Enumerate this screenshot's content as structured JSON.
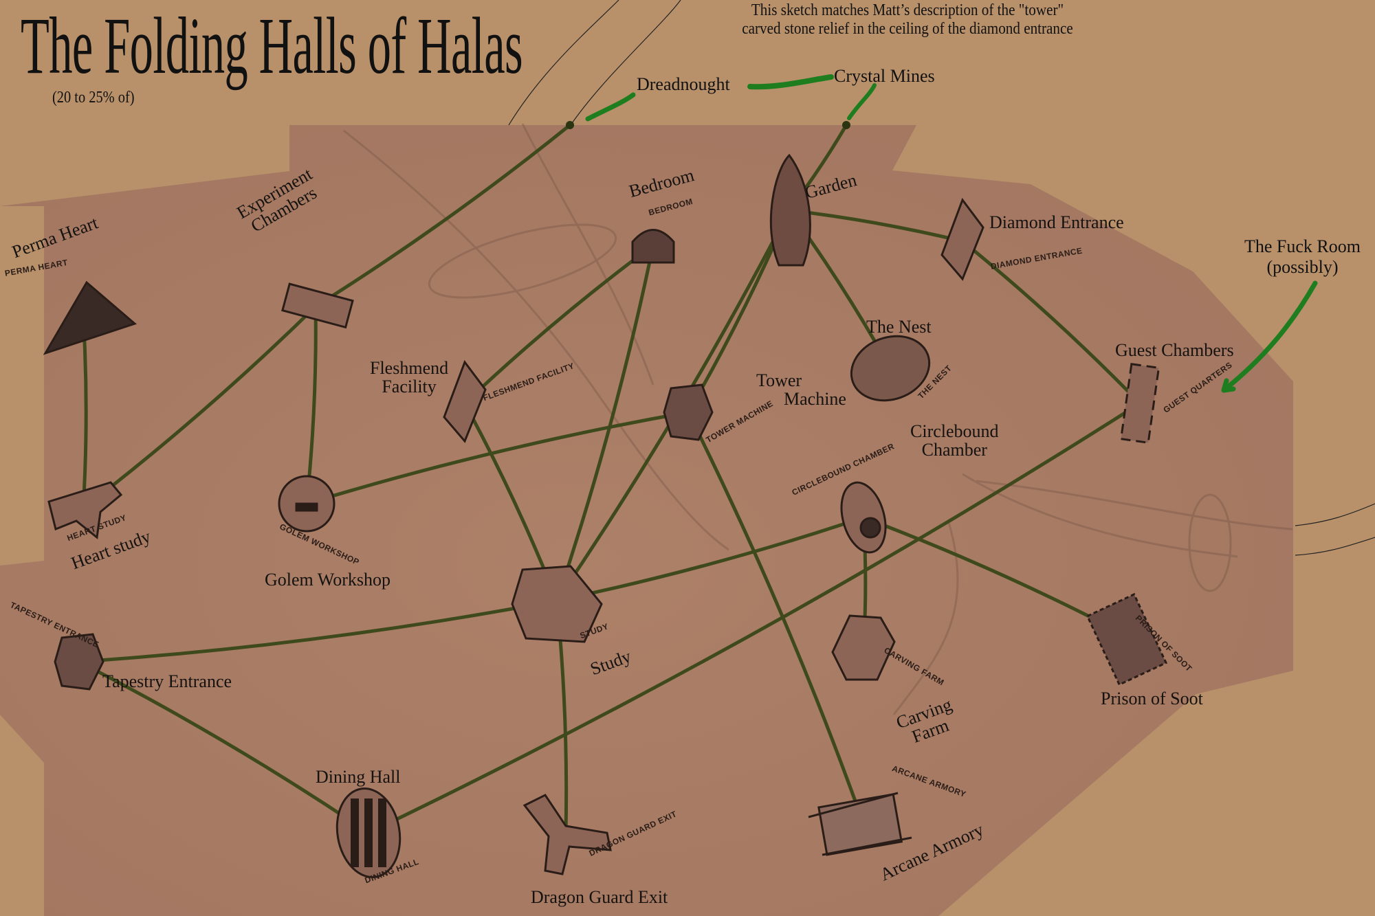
{
  "title": "The Folding Halls of Halas",
  "subtitle": "(20 to 25% of)",
  "note": {
    "line1": "This sketch matches Matt’s description of the \"tower\"",
    "line2": "carved stone relief in the ceiling of the diamond entrance"
  },
  "external_labels": {
    "dreadnought": "Dreadnought",
    "crystal_mines": "Crystal Mines",
    "fuck_room_1": "The Fuck Room",
    "fuck_room_2": "(possibly)"
  },
  "rooms": [
    {
      "id": "perma-heart",
      "label": "Perma Heart",
      "sketch": "PERMA HEART"
    },
    {
      "id": "experiment-chambers",
      "label1": "Experiment",
      "label2": "Chambers"
    },
    {
      "id": "heart-study",
      "label": "Heart study",
      "sketch": "HEART STUDY"
    },
    {
      "id": "golem-workshop",
      "label": "Golem Workshop",
      "sketch": "GOLEM WORKSHOP"
    },
    {
      "id": "fleshmend-facility",
      "label1": "Fleshmend",
      "label2": "Facility",
      "sketch": "FLESHMEND FACILITY"
    },
    {
      "id": "bedroom",
      "label": "Bedroom",
      "sketch": "BEDROOM"
    },
    {
      "id": "garden",
      "label": "Garden"
    },
    {
      "id": "diamond-entrance",
      "label": "Diamond Entrance",
      "sketch": "DIAMOND ENTRANCE"
    },
    {
      "id": "the-nest",
      "label": "The Nest",
      "sketch": "THE NEST"
    },
    {
      "id": "tower-machine",
      "label1": "Tower",
      "label2": "Machine",
      "sketch": "TOWER MACHINE"
    },
    {
      "id": "guest-chambers",
      "label": "Guest Chambers",
      "sketch": "GUEST QUARTERS"
    },
    {
      "id": "circlebound-chamber",
      "label1": "Circlebound",
      "label2": "Chamber",
      "sketch": "CIRCLEBOUND CHAMBER"
    },
    {
      "id": "study",
      "label": "Study",
      "sketch": "STUDY"
    },
    {
      "id": "tapestry-entrance",
      "label": "Tapestry Entrance",
      "sketch": "TAPESTRY ENTRANCE"
    },
    {
      "id": "carving-farm",
      "label1": "Carving",
      "label2": "Farm",
      "sketch": "CARVING FARM"
    },
    {
      "id": "prison-of-soot",
      "label": "Prison of Soot",
      "sketch": "PRISON OF SOOT"
    },
    {
      "id": "dining-hall",
      "label": "Dining Hall",
      "sketch": "DINING HALL"
    },
    {
      "id": "dragon-guard-exit",
      "label": "Dragon Guard Exit",
      "sketch": "DRAGON GUARD EXIT"
    },
    {
      "id": "arcane-armory",
      "label": "Arcane Armory",
      "sketch": "ARCANE ARMORY"
    }
  ],
  "connections": [
    [
      "dreadnought",
      "experiment-chambers"
    ],
    [
      "crystal-mines",
      "garden"
    ],
    [
      "perma-heart",
      "heart-study"
    ],
    [
      "experiment-chambers",
      "heart-study"
    ],
    [
      "experiment-chambers",
      "golem-workshop"
    ],
    [
      "golem-workshop",
      "tower-machine"
    ],
    [
      "fleshmend-facility",
      "bedroom"
    ],
    [
      "fleshmend-facility",
      "study"
    ],
    [
      "bedroom",
      "study"
    ],
    [
      "garden",
      "study"
    ],
    [
      "garden",
      "tower-machine"
    ],
    [
      "garden",
      "diamond-entrance"
    ],
    [
      "garden",
      "the-nest"
    ],
    [
      "diamond-entrance",
      "guest-chambers"
    ],
    [
      "guest-chambers",
      "dining-hall"
    ],
    [
      "circlebound-chamber",
      "study"
    ],
    [
      "circlebound-chamber",
      "prison-of-soot"
    ],
    [
      "circlebound-chamber",
      "carving-farm"
    ],
    [
      "tower-machine",
      "arcane-armory"
    ],
    [
      "study",
      "tapestry-entrance"
    ],
    [
      "study",
      "dragon-guard-exit"
    ],
    [
      "tapestry-entrance",
      "dining-hall"
    ]
  ],
  "colors": {
    "background": "#b8916a",
    "paper": "#a97d66",
    "connection": "#3f4a1c",
    "annotation_green": "#1e7d1e",
    "ink": "#2a1d18"
  }
}
